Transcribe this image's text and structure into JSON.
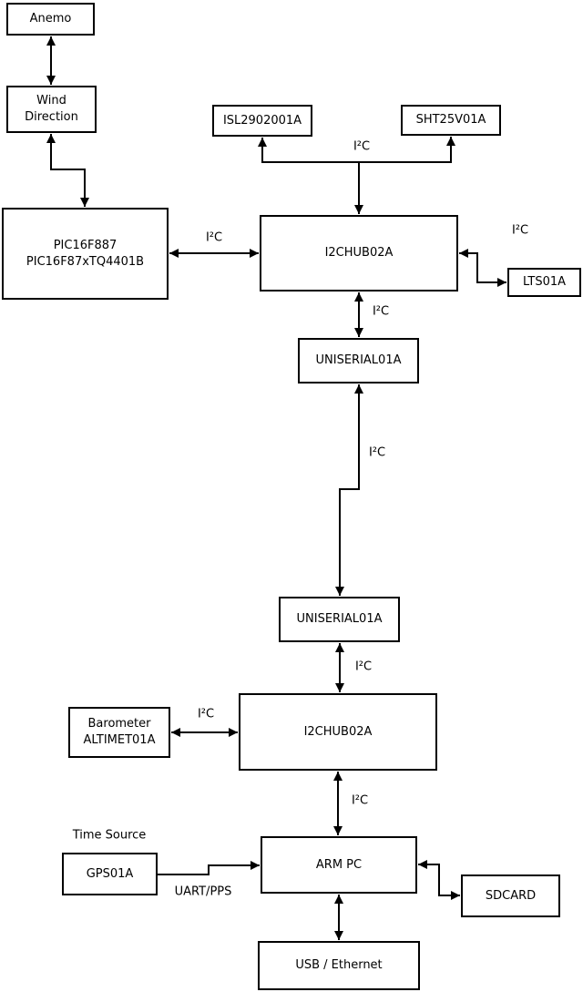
{
  "diagram": {
    "background": "#ffffff",
    "line_color": "#000000",
    "text_color": "#000000"
  },
  "labels": {
    "i2c": "I²C",
    "uart_pps": "UART/PPS",
    "time_source": "Time Source"
  },
  "nodes": {
    "anemo": {
      "label": "Anemo"
    },
    "wind_direction": {
      "label": "Wind\nDirection"
    },
    "pic": {
      "label": "PIC16F887\nPIC16F87xTQ4401B"
    },
    "isl": {
      "label": "ISL2902001A"
    },
    "sht": {
      "label": "SHT25V01A"
    },
    "hub1": {
      "label": "I2CHUB02A"
    },
    "lts": {
      "label": "LTS01A"
    },
    "uniserial1": {
      "label": "UNISERIAL01A"
    },
    "uniserial2": {
      "label": "UNISERIAL01A"
    },
    "hub2": {
      "label": "I2CHUB02A"
    },
    "barometer": {
      "label": "Barometer\nALTIMET01A"
    },
    "arm_pc": {
      "label": "ARM PC"
    },
    "gps": {
      "label": "GPS01A"
    },
    "sdcard": {
      "label": "SDCARD"
    },
    "usb_ethernet": {
      "label": "USB / Ethernet"
    }
  }
}
